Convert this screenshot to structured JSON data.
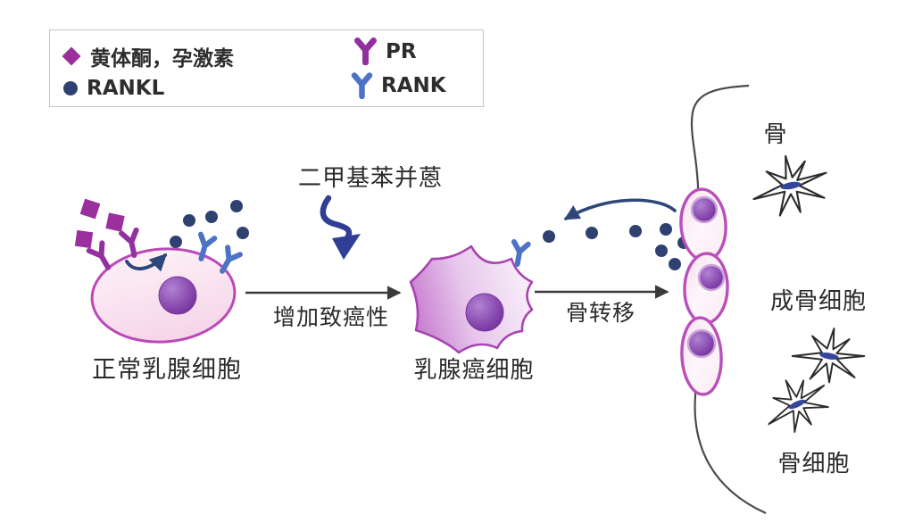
{
  "legend": {
    "items": [
      {
        "label": "黄体酮，孕激素",
        "icon": "diamond-icon",
        "color": "#9b2f9e"
      },
      {
        "label": "RANKL",
        "icon": "dot-icon",
        "color": "#2e4170"
      },
      {
        "label": "PR",
        "icon": "y-receptor-icon",
        "color": "#93309f"
      },
      {
        "label": "RANK",
        "icon": "y-receptor-icon",
        "color": "#4d73c6"
      }
    ]
  },
  "annotations": {
    "carcinogen": "二甲基苯并蒽",
    "step1": "增加致癌性",
    "step2": "骨转移"
  },
  "cells": {
    "normal": "正常乳腺细胞",
    "cancer": "乳腺癌细胞",
    "bone": "骨",
    "osteoblast": "成骨细胞",
    "osteocyte": "骨细胞"
  },
  "colors": {
    "progesterone_diamond": "#9b2f9e",
    "rankl_dot": "#2e4170",
    "pr_receptor": "#93309f",
    "rank_receptor": "#4d73c6",
    "straight_arrow": "#3a3a3a",
    "curved_arrow": "#2e4678",
    "dmba_arrow": "#303f96",
    "normal_cell_border": "#bb49b8",
    "cancer_cell_border": "#a843b2",
    "osteoblast_border": "#b84fba",
    "nucleus": "#6f2f97",
    "bone_line": "#4a4a4a"
  }
}
